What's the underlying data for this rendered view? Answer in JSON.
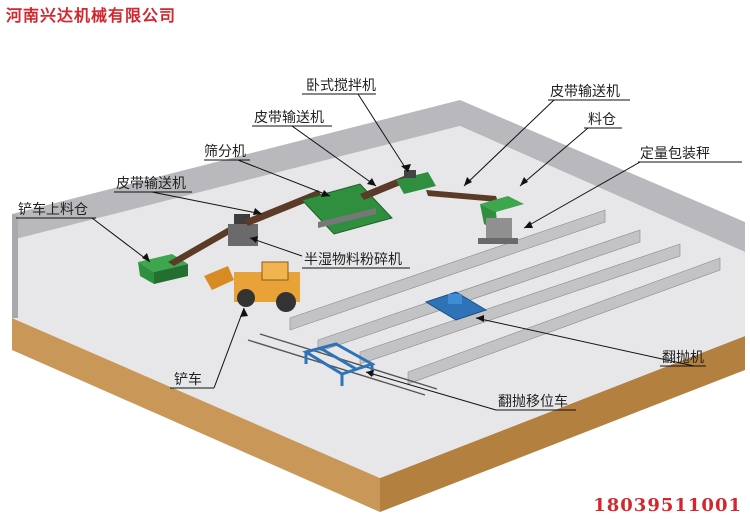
{
  "header": {
    "company": "河南兴达机械有限公司"
  },
  "footer": {
    "phone": "18039511001"
  },
  "labels": {
    "horizontal_mixer": "卧式搅拌机",
    "belt_conveyor_top": "皮带输送机",
    "belt_conveyor_right": "皮带输送机",
    "belt_conveyor_left": "皮带输送机",
    "screening_machine": "筛分机",
    "bin": "料仓",
    "packing_scale": "定量包装秤",
    "loader_hopper": "铲车上料仓",
    "crusher": "半湿物料粉碎机",
    "turner": "翻抛机",
    "loader": "铲车",
    "transfer_car": "翻抛移位车"
  },
  "colors": {
    "title_red": "#d4262c",
    "floor": "#e7e7e9",
    "wall": "#b9b9bd",
    "base": "#c99758",
    "machine_green": "#2f8f3f",
    "turner_blue": "#2e73b8",
    "loader_orange": "#e8a237"
  }
}
